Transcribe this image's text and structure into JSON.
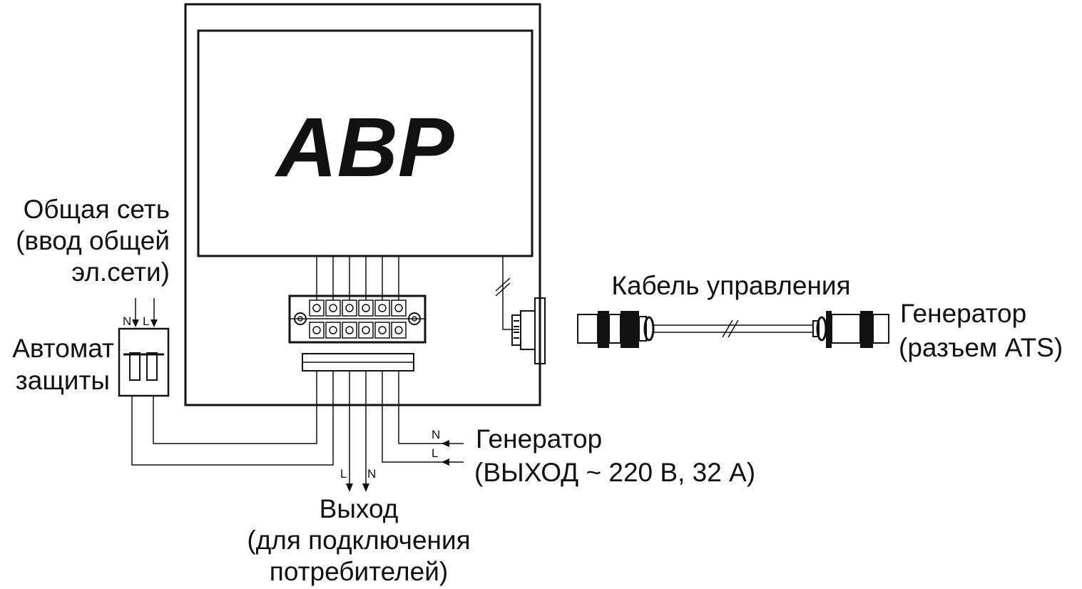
{
  "device": {
    "logo": "АВР"
  },
  "labels": {
    "mains_line1": "Общая сеть",
    "mains_line2": "(ввод общей",
    "mains_line3": "эл.сети)",
    "breaker_line1": "Автомат",
    "breaker_line2": "защиты",
    "control_cable": "Кабель управления",
    "generator_conn_line1": "Генератор",
    "generator_conn_line2": "(разъем ATS)",
    "generator_out_line1": "Генератор",
    "generator_out_line2": "(ВЫХОД ~ 220 В, 32 А)",
    "output_line1": "Выход",
    "output_line2": "(для подключения",
    "output_line3": "потребителей)"
  },
  "terminals": {
    "breaker_n": "N",
    "breaker_l": "L",
    "gen_n": "N",
    "gen_l": "L",
    "out_l": "L",
    "out_n": "N"
  },
  "colors": {
    "line": "#111111",
    "background": "#ffffff"
  }
}
